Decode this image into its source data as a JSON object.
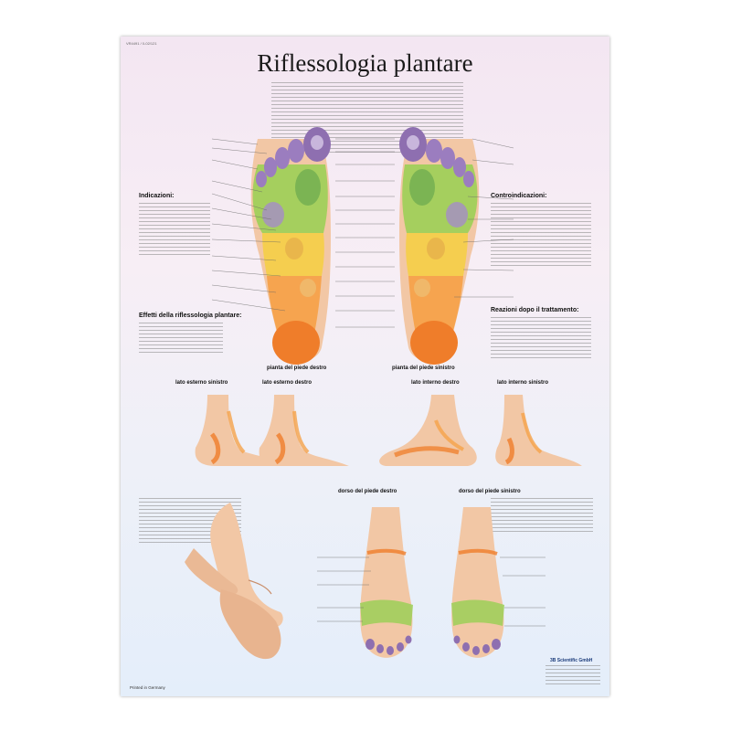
{
  "poster": {
    "code": "VR4491 / 0-02/121",
    "title": "Riflessologia plantare"
  },
  "sections": {
    "indications": "Indicazioni:",
    "contraindications": "Controindicazioni:",
    "effects": "Effetti della riflessologia plantare:",
    "reactions": "Reazioni dopo il trattamento:"
  },
  "views": {
    "sole_right": "pianta del piede destro",
    "sole_left": "pianta del piede sinistro",
    "outer_left": "lato esterno sinistro",
    "outer_right": "lato esterno destro",
    "inner_right": "lato interno destro",
    "inner_left": "lato interno sinistro",
    "dorsum_right": "dorso del piede destro",
    "dorsum_left": "dorso del piede sinistro"
  },
  "footer": {
    "printed": "Printed in Germany",
    "publisher": "3B Scientific GmbH"
  },
  "colors": {
    "toe_purple": "#8e6fb0",
    "green_zone": "#9ccf57",
    "yellow_zone": "#f4cf4a",
    "orange_zone": "#f5a24a",
    "heel_orange": "#ef7d2a",
    "skin": "#f2c7a5"
  }
}
